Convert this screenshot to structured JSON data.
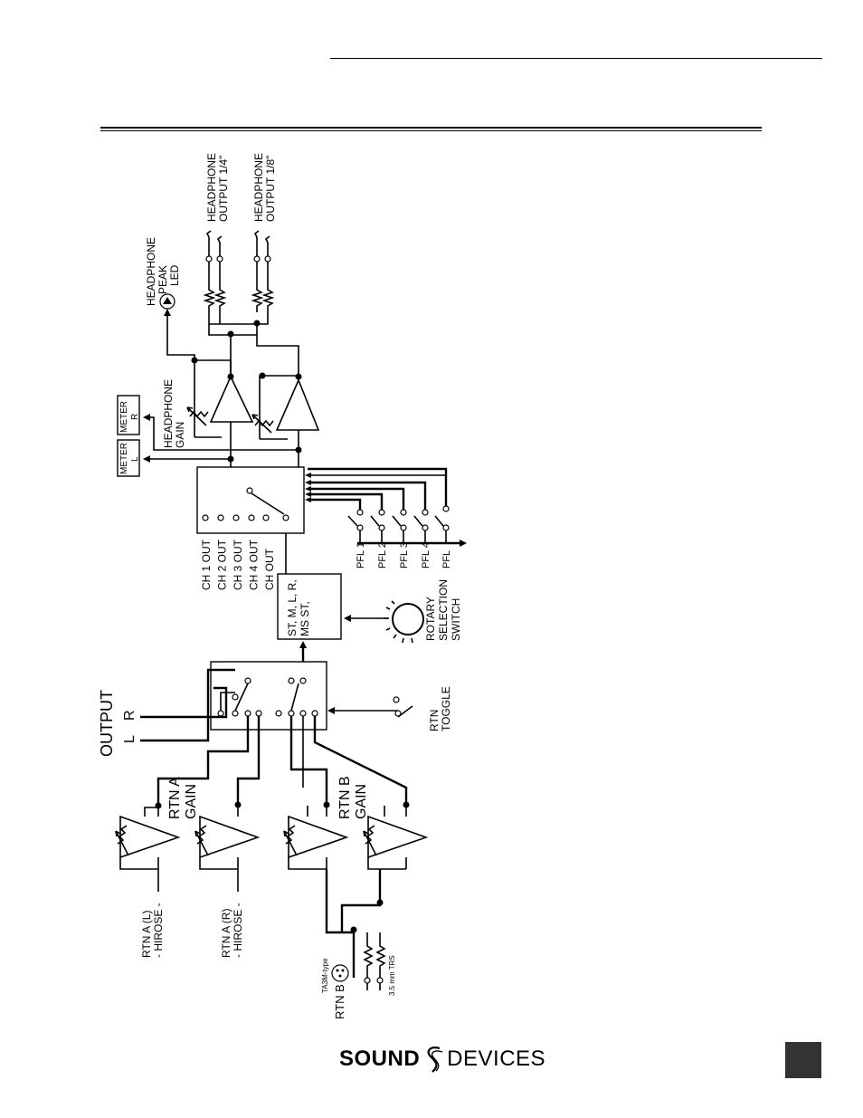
{
  "diagram": {
    "output_title": "OUTPUT",
    "output_l": "L",
    "output_r": "R",
    "rtn_a_gain": [
      "RTN A",
      "GAIN"
    ],
    "rtn_b_gain": [
      "RTN B",
      "GAIN"
    ],
    "rtn_a_l": [
      "RTN A (L)",
      "- HIROSE -"
    ],
    "rtn_a_r": [
      "RTN A (R)",
      "- HIROSE -"
    ],
    "rtn_b": "RTN B",
    "ta3m": "TA3M-type",
    "trs": "3.5 mm TRS",
    "rtn_toggle": [
      "RTN",
      "TOGGLE"
    ],
    "rotary": [
      "ROTARY",
      "SELECTION",
      "SWITCH"
    ],
    "mode_box": [
      "ST, M, L, R,",
      "MS ST,"
    ],
    "channel_outs": [
      "CH 1 OUT",
      "CH 2 OUT",
      "CH 3 OUT",
      "CH 4 OUT",
      "CH    OUT"
    ],
    "pfl_labels": [
      "PFL 1",
      "PFL 2",
      "PFL 3",
      "PFL 4",
      "PFL"
    ],
    "meter_l": [
      "METER",
      "L"
    ],
    "meter_r": [
      "METER",
      "R"
    ],
    "headphone_gain": [
      "HEADPHONE",
      "GAIN"
    ],
    "headphone_peak": [
      "HEADPHONE",
      "PEAK",
      "LED"
    ],
    "headphone_out_quarter": [
      "HEADPHONE",
      "OUTPUT 1/4\""
    ],
    "headphone_out_eighth": [
      "HEADPHONE",
      "OUTPUT 1/8\""
    ]
  },
  "footer": {
    "brand_bold": "SOUND",
    "brand_light": "DEVICES"
  }
}
